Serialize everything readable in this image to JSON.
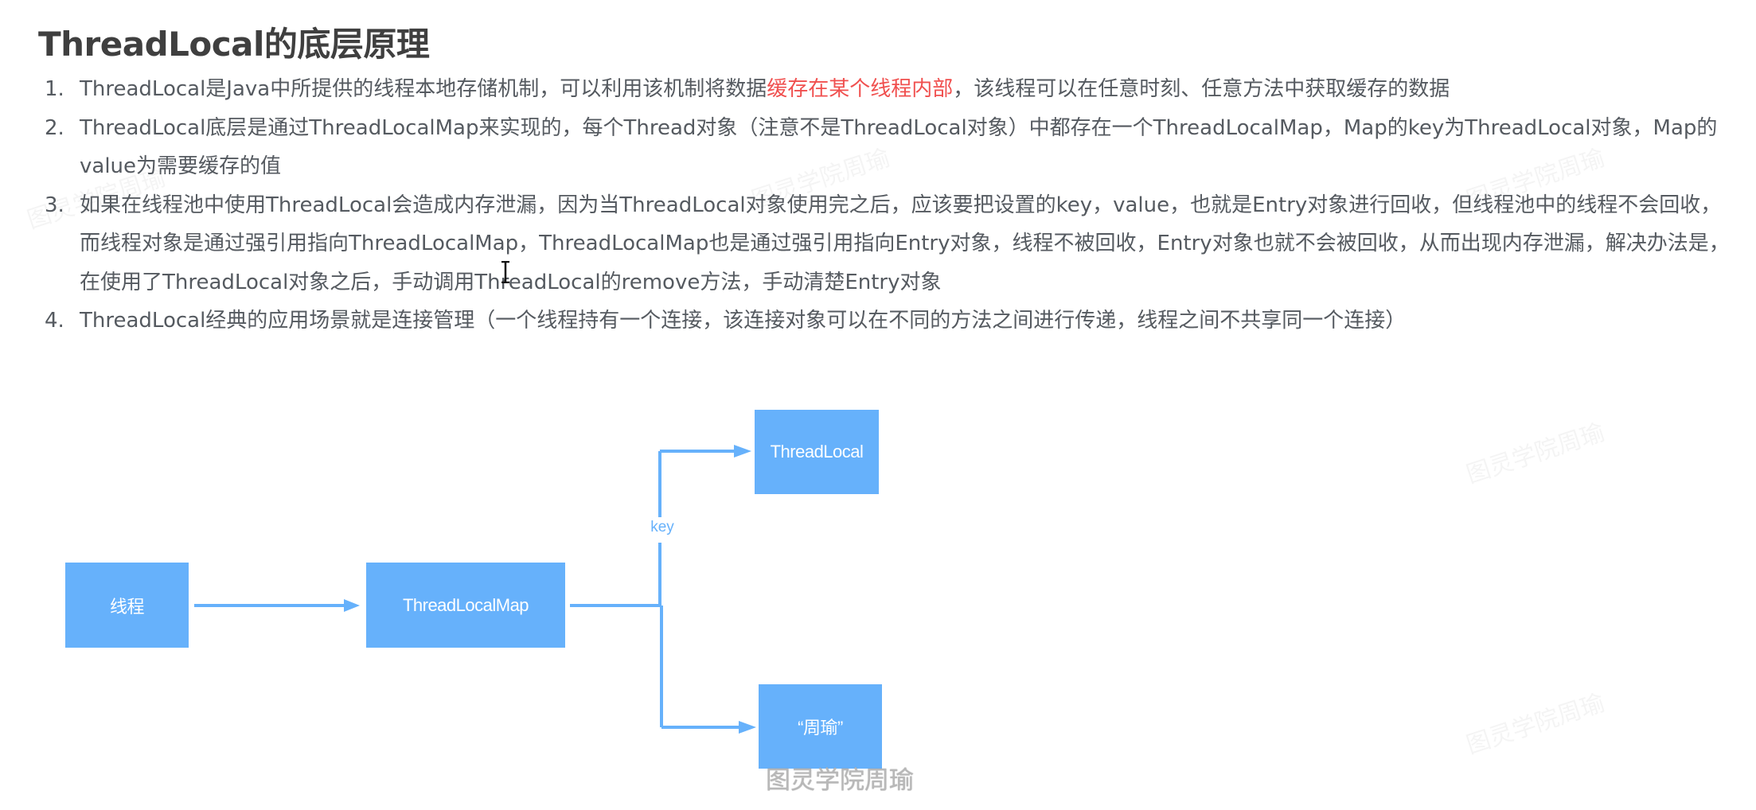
{
  "page": {
    "title": "ThreadLocal的底层原理"
  },
  "points": [
    {
      "num": "1.",
      "segments": [
        {
          "text": "ThreadLocal是Java中所提供的线程本地存储机制，可以利用该机制将数据",
          "highlight": false
        },
        {
          "text": "缓存在某个线程内部",
          "highlight": true
        },
        {
          "text": "，该线程可以在任意时刻、任意方法中获取缓存的数据",
          "highlight": false
        }
      ]
    },
    {
      "num": "2.",
      "segments": [
        {
          "text": "ThreadLocal底层是通过ThreadLocalMap来实现的，每个Thread对象（注意不是ThreadLocal对象）中都存在一个ThreadLocalMap，Map的key为ThreadLocal对象，Map的value为需要缓存的值",
          "highlight": false
        }
      ]
    },
    {
      "num": "3.",
      "segments": [
        {
          "text": "如果在线程池中使用ThreadLocal会造成内存泄漏，因为当ThreadLocal对象使用完之后，应该要把设置的key，value，也就是Entry对象进行回收，但线程池中的线程不会回收，而线程对象是通过强引用指向ThreadLocalMap，ThreadLocalMap也是通过强引用指向Entry对象，线程不被回收，Entry对象也就不会被回收，从而出现内存泄漏，解决办法是，在使用了ThreadLocal对象之后，手动调用ThreadLocal的remove方法，手动清楚Entry对象",
          "highlight": false
        }
      ]
    },
    {
      "num": "4.",
      "segments": [
        {
          "text": "ThreadLocal经典的应用场景就是连接管理（一个线程持有一个连接，该连接对象可以在不同的方法之间进行传递，线程之间不共享同一个连接）",
          "highlight": false
        }
      ]
    }
  ],
  "diagram": {
    "nodes": {
      "thread": "线程",
      "map": "ThreadLocalMap",
      "threadlocal": "ThreadLocal",
      "value": "“周瑜”"
    },
    "edge_label": "key",
    "colors": {
      "box": "#66b1fb",
      "line": "#66b1fb",
      "highlight_text": "#f0504f"
    }
  },
  "watermark": "图灵学院周瑜",
  "caption": "图灵学院周瑜"
}
